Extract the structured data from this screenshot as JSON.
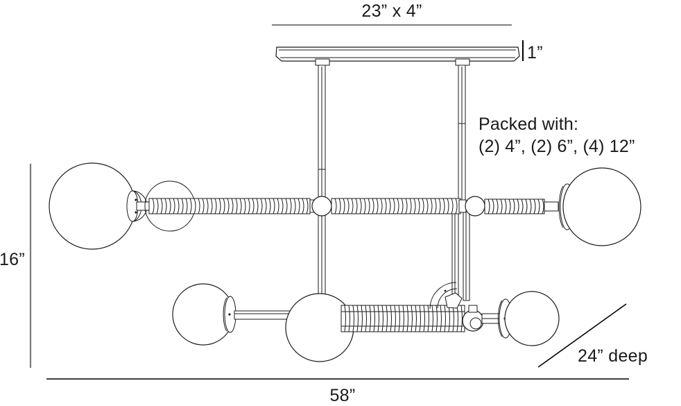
{
  "drawing": {
    "title": "Chandelier dimensional drawing",
    "product_type": "multi-globe linear chandelier"
  },
  "dimensions": {
    "canopy": {
      "label": "23” x 4”",
      "name": "canopy-size"
    },
    "canopy_thickness": {
      "label": "1”",
      "name": "canopy-thickness"
    },
    "height": {
      "label": "16”",
      "name": "overall-height"
    },
    "width": {
      "label": "58”",
      "name": "overall-width"
    },
    "depth": {
      "label": "24” deep",
      "name": "overall-depth"
    }
  },
  "notes": {
    "packed_heading": "Packed with:",
    "packed_detail": "(2) 4”, (2) 6”, (4) 12”"
  },
  "colors": {
    "line": "#1a1a1a",
    "dimension_line": "#000000",
    "dimension_line_gray": "#7a7a7a",
    "background": "#ffffff"
  }
}
